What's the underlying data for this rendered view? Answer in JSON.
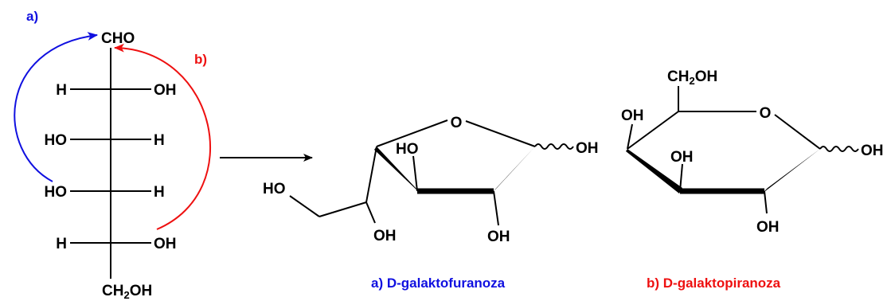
{
  "colors": {
    "route_a": "#1010e0",
    "route_b": "#ee1010",
    "bond": "#000000"
  },
  "fischer": {
    "top_group": "CHO",
    "rows": [
      {
        "left": "H",
        "right": "OH"
      },
      {
        "left": "HO",
        "right": "H"
      },
      {
        "left": "HO",
        "right": "H"
      },
      {
        "left": "H",
        "right": "OH"
      }
    ],
    "bottom_group": {
      "main": "CH",
      "sub": "2",
      "tail": "OH"
    },
    "arrow_a_label": "a)",
    "arrow_b_label": "b)"
  },
  "furanose": {
    "ring_o": "O",
    "anomeric_oh": "OH",
    "c2_oh": "OH",
    "c3_oh": "OH",
    "c4_ho": "HO",
    "side_oh": "OH",
    "side_ho": "HO",
    "caption": "a) D-galaktofuranoza"
  },
  "pyranose": {
    "ring_o": "O",
    "ch2oh": {
      "main": "CH",
      "sub": "2",
      "tail": "OH"
    },
    "anomeric_oh": "OH",
    "c4_oh": "OH",
    "c3_oh": "OH",
    "c2_oh": "OH",
    "caption": "b) D-galaktopiranoza"
  }
}
